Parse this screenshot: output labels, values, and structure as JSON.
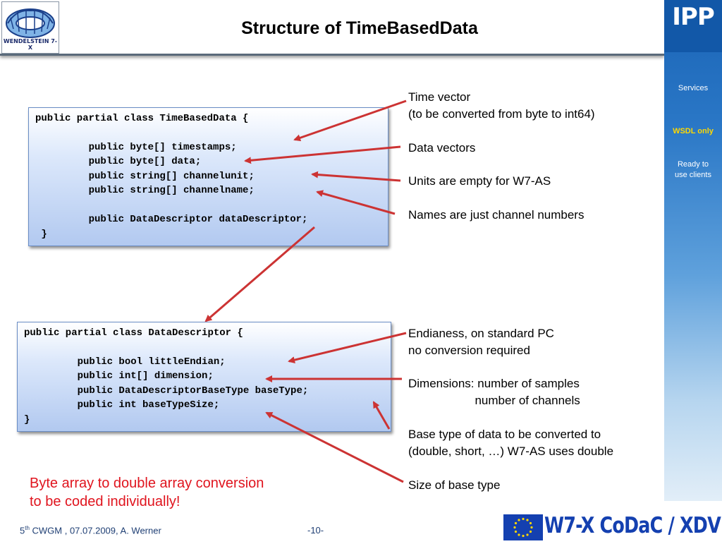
{
  "header": {
    "title": "Structure of TimeBasedData",
    "logo_caption": "WENDELSTEIN 7-X"
  },
  "sidebar": {
    "logo_text": "IPP",
    "items": [
      {
        "label": "Services",
        "active": false
      },
      {
        "label": "WSDL only",
        "active": true
      },
      {
        "label": "Ready to use clients",
        "active": false
      }
    ]
  },
  "code_blocks": [
    {
      "lines": [
        "public partial class TimeBasedData {",
        "",
        "         public byte[] timestamps;",
        "         public byte[] data;",
        "         public string[] channelunit;",
        "         public string[] channelname;",
        "",
        "         public DataDescriptor dataDescriptor;",
        " }"
      ]
    },
    {
      "lines": [
        "public partial class DataDescriptor {",
        "",
        "         public bool littleEndian;",
        "         public int[] dimension;",
        "         public DataDescriptorBaseType baseType;",
        "         public int baseTypeSize;",
        "}"
      ]
    }
  ],
  "annotations": [
    "Time vector\n(to be converted from byte to int64)",
    "Data vectors",
    "Units are empty for W7-AS",
    "Names are just channel numbers",
    "Endianess, on standard PC\nno conversion required",
    "Dimensions: number of samples\n                    number of channels",
    "Base type of data to be converted to\n(double, short, …) W7-AS uses double",
    "Size of base type"
  ],
  "note": {
    "line1": "Byte array to double array conversion",
    "line2": "to be coded individually!"
  },
  "footer": {
    "ordinal": "5",
    "ordinal_sup": "th",
    "text": " CWGM ,  07.07.2009, A. Werner",
    "page": "-10-",
    "banner": "W7-X CoDaC / XDV"
  },
  "colors": {
    "arrow": "#cc3333",
    "accent_blue": "#1440b0",
    "note_red": "#e0141e",
    "sidebar_active": "#ffd800"
  }
}
